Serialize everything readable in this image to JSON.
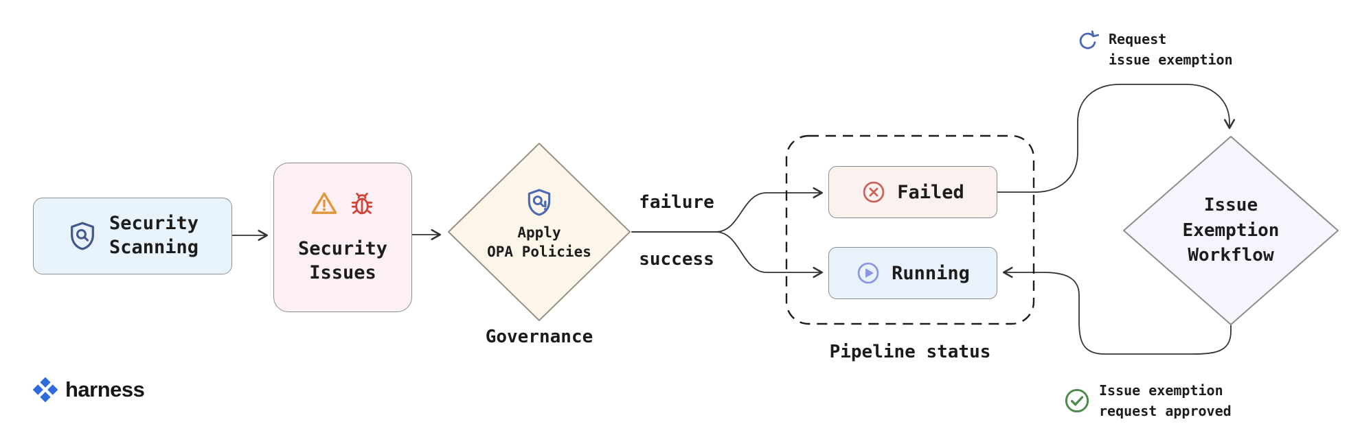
{
  "diagram": {
    "nodes": {
      "security_scanning": {
        "line1": "Security",
        "line2": "Scanning"
      },
      "security_issues": {
        "line1": "Security",
        "line2": "Issues"
      },
      "apply_opa": {
        "line1": "Apply",
        "line2": "OPA Policies"
      },
      "failed": {
        "label": "Failed"
      },
      "running": {
        "label": "Running"
      },
      "issue_exemption": {
        "line1": "Issue",
        "line2": "Exemption",
        "line3": "Workflow"
      }
    },
    "captions": {
      "governance": "Governance",
      "pipeline_status": "Pipeline status"
    },
    "edge_labels": {
      "failure": "failure",
      "success": "success"
    },
    "annotations": {
      "request": {
        "line1": "Request",
        "line2": "issue exemption"
      },
      "approved": {
        "line1": "Issue exemption",
        "line2": "request approved"
      }
    }
  },
  "branding": {
    "logo_text": "harness"
  },
  "icons": {
    "shield_scan": "shield-with-magnifier",
    "warning": "warning-triangle",
    "bug": "bug",
    "opa_shield": "shield-with-magnifier-alert",
    "failed": "circle-x",
    "running": "circle-play",
    "request": "request-exemption-arrow",
    "approved": "circle-check",
    "brand": "harness-diamond-logo"
  },
  "colors": {
    "scanning_bg": "#e9f3fb",
    "issues_bg": "#fcf0f6",
    "opa_bg": "#fcf5e9",
    "failed_bg": "#fbf1ef",
    "running_bg": "#e9f1fb",
    "exemption_bg": "#f6f4fc",
    "node_border": "#8d8d8d",
    "edge": "#333333",
    "shield_blue": "#43598f",
    "opa_blue": "#4a69b0",
    "warning_orange": "#e09a3e",
    "bug_red": "#cf4436",
    "failed_red": "#c9605c",
    "running_blue": "#8b96e3",
    "approved_green": "#4e8a4e",
    "brand_blue": "#2f6bdb"
  }
}
